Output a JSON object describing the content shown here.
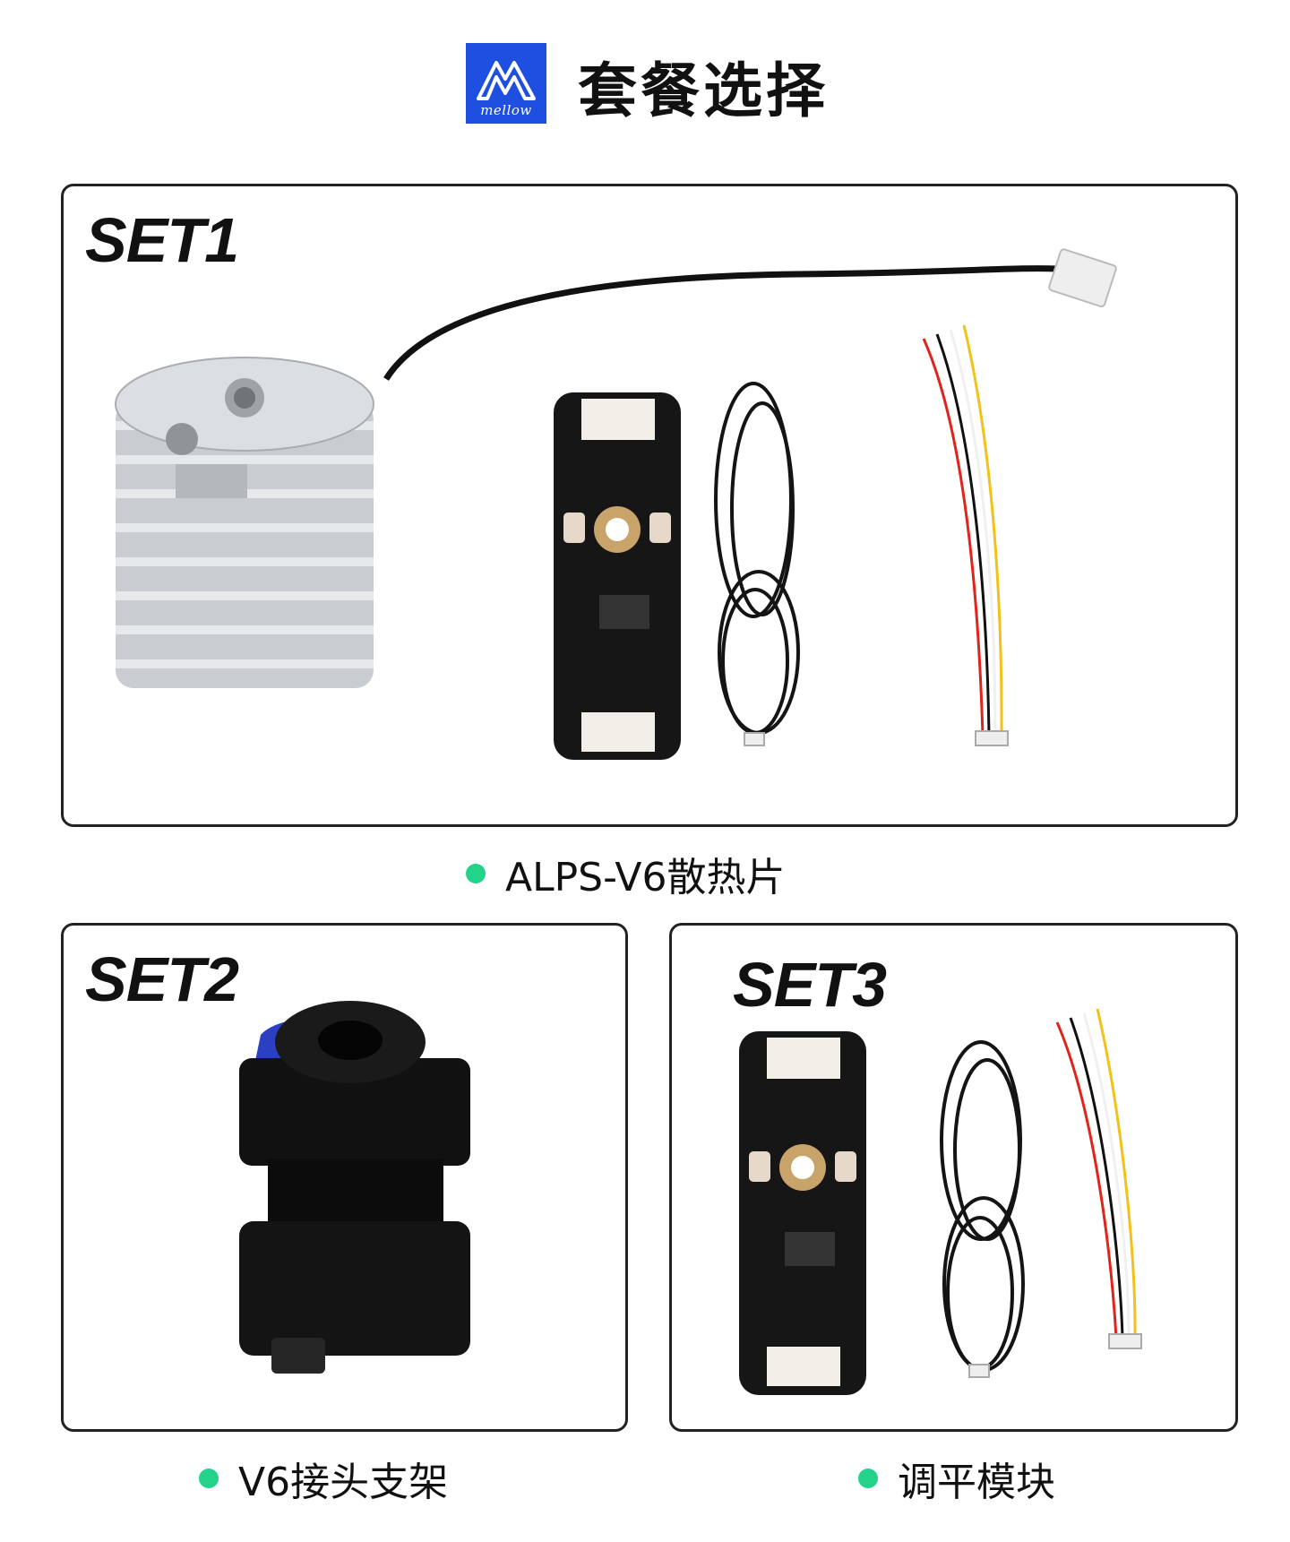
{
  "header": {
    "logo_text": "mellow",
    "title": "套餐选择"
  },
  "colors": {
    "brand_blue": "#1e4fe0",
    "bullet_green": "#22d389",
    "border": "#222222"
  },
  "sets": [
    {
      "label": "SET1",
      "caption": "ALPS-V6散热片"
    },
    {
      "label": "SET2",
      "caption": "V6接头支架"
    },
    {
      "label": "SET3",
      "caption": "调平模块"
    }
  ],
  "images": {
    "set1": [
      "heatsink-image",
      "pcb-board-image",
      "coiled-cable-image",
      "wire-harness-image"
    ],
    "set2": [
      "v6-adapter-bracket-image"
    ],
    "set3": [
      "pcb-board-image",
      "coiled-cable-image",
      "wire-harness-image"
    ]
  }
}
